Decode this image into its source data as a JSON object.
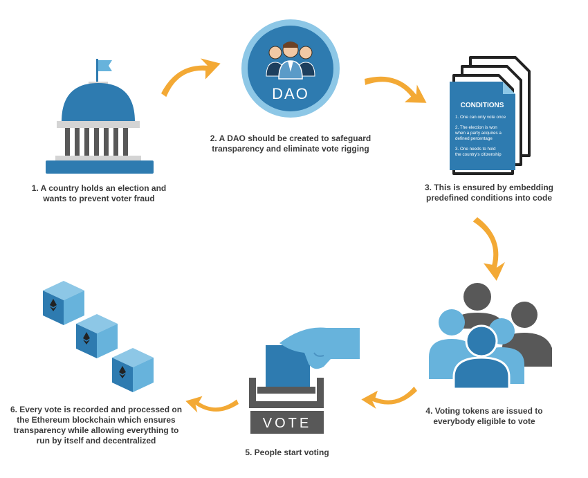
{
  "steps": [
    {
      "lines": [
        "1. A country holds an election and",
        "wants to prevent voter fraud"
      ]
    },
    {
      "lines": [
        "2. A DAO should be created to safeguard",
        "transparency and eliminate vote rigging"
      ]
    },
    {
      "lines": [
        "3. This is ensured by embedding",
        "predefined conditions into code"
      ]
    },
    {
      "lines": [
        "4. Voting tokens are issued to",
        "everybody eligible to vote"
      ]
    },
    {
      "lines": [
        "5. People start voting"
      ]
    },
    {
      "lines": [
        "6. Every vote is recorded and processed on",
        "the Ethereum blockchain which ensures",
        "transparency while allowing everything to",
        "run by itself and decentralized"
      ]
    }
  ],
  "dao_label": "DAO",
  "conditions": {
    "title": "CONDITIONS",
    "items": [
      [
        "1. One can only vote once"
      ],
      [
        "2. The election is won",
        "when a party acquires a",
        "defined percentage"
      ],
      [
        "3. One needs to hold",
        "the country's citizenship"
      ]
    ]
  },
  "ballot_label": "VOTE",
  "colors": {
    "blue": "#2e7bb0",
    "light_blue": "#67b3dc",
    "gray": "#585858",
    "arrow": "#f3a935",
    "text": "#3b3b3b"
  }
}
